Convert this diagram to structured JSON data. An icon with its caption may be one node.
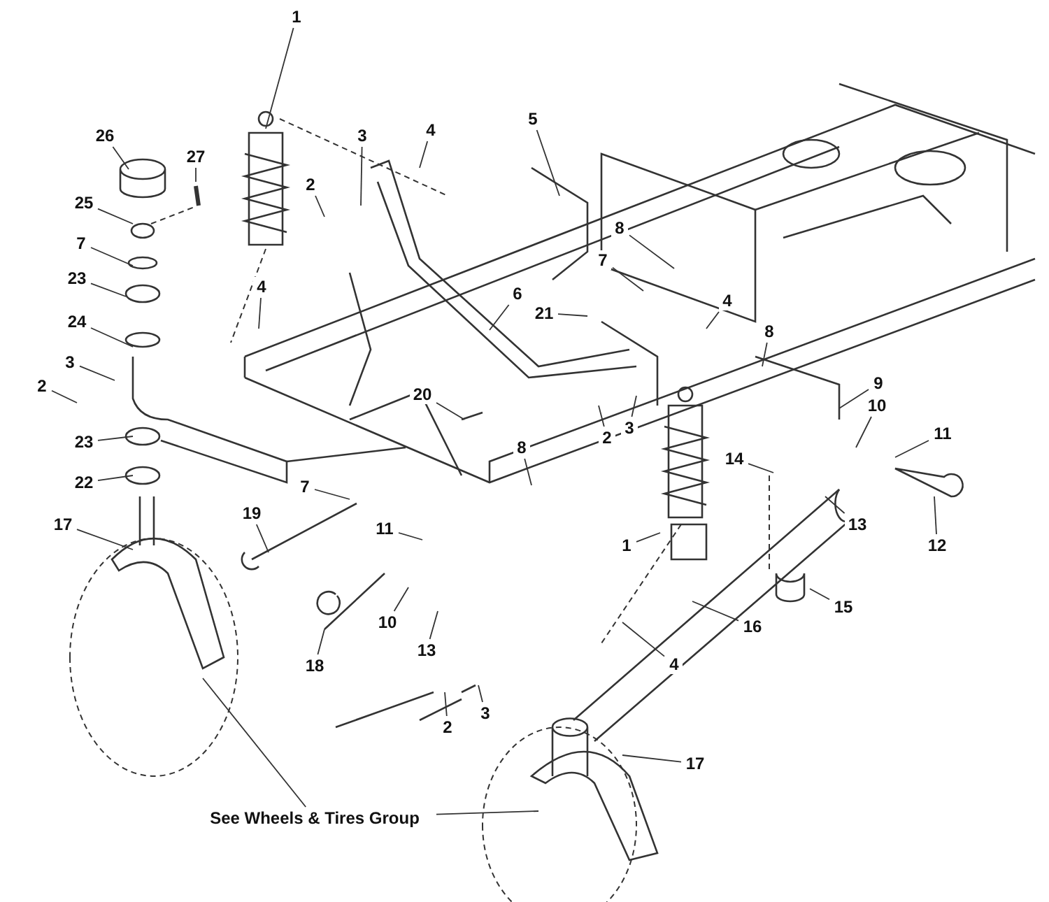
{
  "diagram": {
    "nodes": [
      {
        "text": [
          "1"
        ]
      },
      {
        "text": [
          "26"
        ]
      },
      {
        "text": [
          "27"
        ]
      },
      {
        "text": [
          "3"
        ]
      },
      {
        "text": [
          "4"
        ]
      },
      {
        "text": [
          "2"
        ]
      },
      {
        "text": [
          "5"
        ]
      },
      {
        "text": [
          "25"
        ]
      },
      {
        "text": [
          "7"
        ]
      },
      {
        "text": [
          "8"
        ]
      },
      {
        "text": [
          "7"
        ]
      },
      {
        "text": [
          "23"
        ]
      },
      {
        "text": [
          "6"
        ]
      },
      {
        "text": [
          "21"
        ]
      },
      {
        "text": [
          "4"
        ]
      },
      {
        "text": [
          "4"
        ]
      },
      {
        "text": [
          "24"
        ]
      },
      {
        "text": [
          "8"
        ]
      },
      {
        "text": [
          "3"
        ]
      },
      {
        "text": [
          "2"
        ]
      },
      {
        "text": [
          "9"
        ]
      },
      {
        "text": [
          "20"
        ]
      },
      {
        "text": [
          "10"
        ]
      },
      {
        "text": [
          "3"
        ]
      },
      {
        "text": [
          "2"
        ]
      },
      {
        "text": [
          "11"
        ]
      },
      {
        "text": [
          "8"
        ]
      },
      {
        "text": [
          "23"
        ]
      },
      {
        "text": [
          "14"
        ]
      },
      {
        "text": [
          "22"
        ]
      },
      {
        "text": [
          "7"
        ]
      },
      {
        "text": [
          "13"
        ]
      },
      {
        "text": [
          "19"
        ]
      },
      {
        "text": [
          "17"
        ]
      },
      {
        "text": [
          "11"
        ]
      },
      {
        "text": [
          "1"
        ]
      },
      {
        "text": [
          "12"
        ]
      },
      {
        "text": [
          "15"
        ]
      },
      {
        "text": [
          "10"
        ]
      },
      {
        "text": [
          "16"
        ]
      },
      {
        "text": [
          "13"
        ]
      },
      {
        "text": [
          "18"
        ]
      },
      {
        "text": [
          "4"
        ]
      },
      {
        "text": [
          "3"
        ]
      },
      {
        "text": [
          "2"
        ]
      },
      {
        "text": [
          "17"
        ]
      },
      {
        "text": [
          "See Wheels & Tires Group"
        ]
      }
    ],
    "edges": [
      {
        "from": 0,
        "to": null,
        "arrow": "none"
      },
      {
        "from": 1,
        "to": null,
        "arrow": "none"
      },
      {
        "from": 2,
        "to": null,
        "arrow": "none"
      },
      {
        "from": 3,
        "to": null,
        "arrow": "none"
      },
      {
        "from": 4,
        "to": null,
        "arrow": "none"
      },
      {
        "from": 5,
        "to": null,
        "arrow": "none"
      },
      {
        "from": 6,
        "to": null,
        "arrow": "none"
      },
      {
        "from": 7,
        "to": null,
        "arrow": "none"
      },
      {
        "from": 8,
        "to": null,
        "arrow": "none"
      },
      {
        "from": 9,
        "to": null,
        "arrow": "none"
      },
      {
        "from": 10,
        "to": null,
        "arrow": "none"
      },
      {
        "from": 11,
        "to": null,
        "arrow": "none"
      },
      {
        "from": 12,
        "to": null,
        "arrow": "none"
      },
      {
        "from": 13,
        "to": null,
        "arrow": "none"
      },
      {
        "from": 14,
        "to": null,
        "arrow": "none"
      },
      {
        "from": 15,
        "to": null,
        "arrow": "none"
      },
      {
        "from": 16,
        "to": null,
        "arrow": "none"
      },
      {
        "from": 17,
        "to": null,
        "arrow": "none"
      },
      {
        "from": 18,
        "to": null,
        "arrow": "none"
      },
      {
        "from": 19,
        "to": null,
        "arrow": "none"
      },
      {
        "from": 20,
        "to": null,
        "arrow": "none"
      },
      {
        "from": 21,
        "to": null,
        "arrow": "none"
      },
      {
        "from": 22,
        "to": null,
        "arrow": "none"
      },
      {
        "from": 23,
        "to": null,
        "arrow": "none"
      },
      {
        "from": 24,
        "to": null,
        "arrow": "none"
      },
      {
        "from": 25,
        "to": null,
        "arrow": "none"
      },
      {
        "from": 26,
        "to": null,
        "arrow": "none"
      },
      {
        "from": 27,
        "to": null,
        "arrow": "none"
      },
      {
        "from": 28,
        "to": null,
        "arrow": "none"
      },
      {
        "from": 29,
        "to": null,
        "arrow": "none"
      },
      {
        "from": 30,
        "to": null,
        "arrow": "none"
      },
      {
        "from": 31,
        "to": null,
        "arrow": "none"
      },
      {
        "from": 32,
        "to": null,
        "arrow": "none"
      },
      {
        "from": 33,
        "to": null,
        "arrow": "none"
      },
      {
        "from": 34,
        "to": null,
        "arrow": "none"
      },
      {
        "from": 35,
        "to": null,
        "arrow": "none"
      },
      {
        "from": 36,
        "to": null,
        "arrow": "none"
      },
      {
        "from": 37,
        "to": null,
        "arrow": "none"
      },
      {
        "from": 38,
        "to": null,
        "arrow": "none"
      },
      {
        "from": 39,
        "to": null,
        "arrow": "none"
      },
      {
        "from": 40,
        "to": null,
        "arrow": "none"
      },
      {
        "from": 41,
        "to": null,
        "arrow": "none"
      },
      {
        "from": 42,
        "to": null,
        "arrow": "none"
      },
      {
        "from": 43,
        "to": null,
        "arrow": "none"
      },
      {
        "from": 44,
        "to": null,
        "arrow": "none"
      },
      {
        "from": 45,
        "to": null,
        "arrow": "none"
      },
      {
        "from": 46,
        "to": null,
        "arrow": "none"
      },
      {
        "from": 46,
        "to": null,
        "arrow": "none"
      }
    ]
  }
}
